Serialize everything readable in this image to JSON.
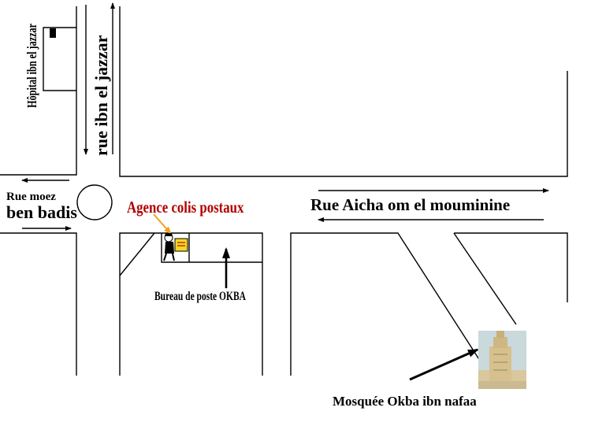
{
  "streets": {
    "ibn_el_jazzar": "rue ibn el jazzar",
    "moez_line1": "Rue moez",
    "moez_line2": "ben badis",
    "aicha": "Rue Aicha om el mouminine"
  },
  "places": {
    "hospital": "Hôpital ibn el jazzar",
    "agency": "Agence colis postaux",
    "post_office": "Bureau de poste OKBA",
    "mosque": "Mosquée Okba ibn nafaa"
  },
  "icons": {
    "postman": "postman-icon",
    "mosque_photo": "mosque-minaret-photo",
    "hospital_marker": "hospital-marker-icon"
  },
  "colors": {
    "line": "#000000",
    "agency_text": "#b00000",
    "agency_arrow": "#f0a020",
    "background": "#ffffff"
  }
}
